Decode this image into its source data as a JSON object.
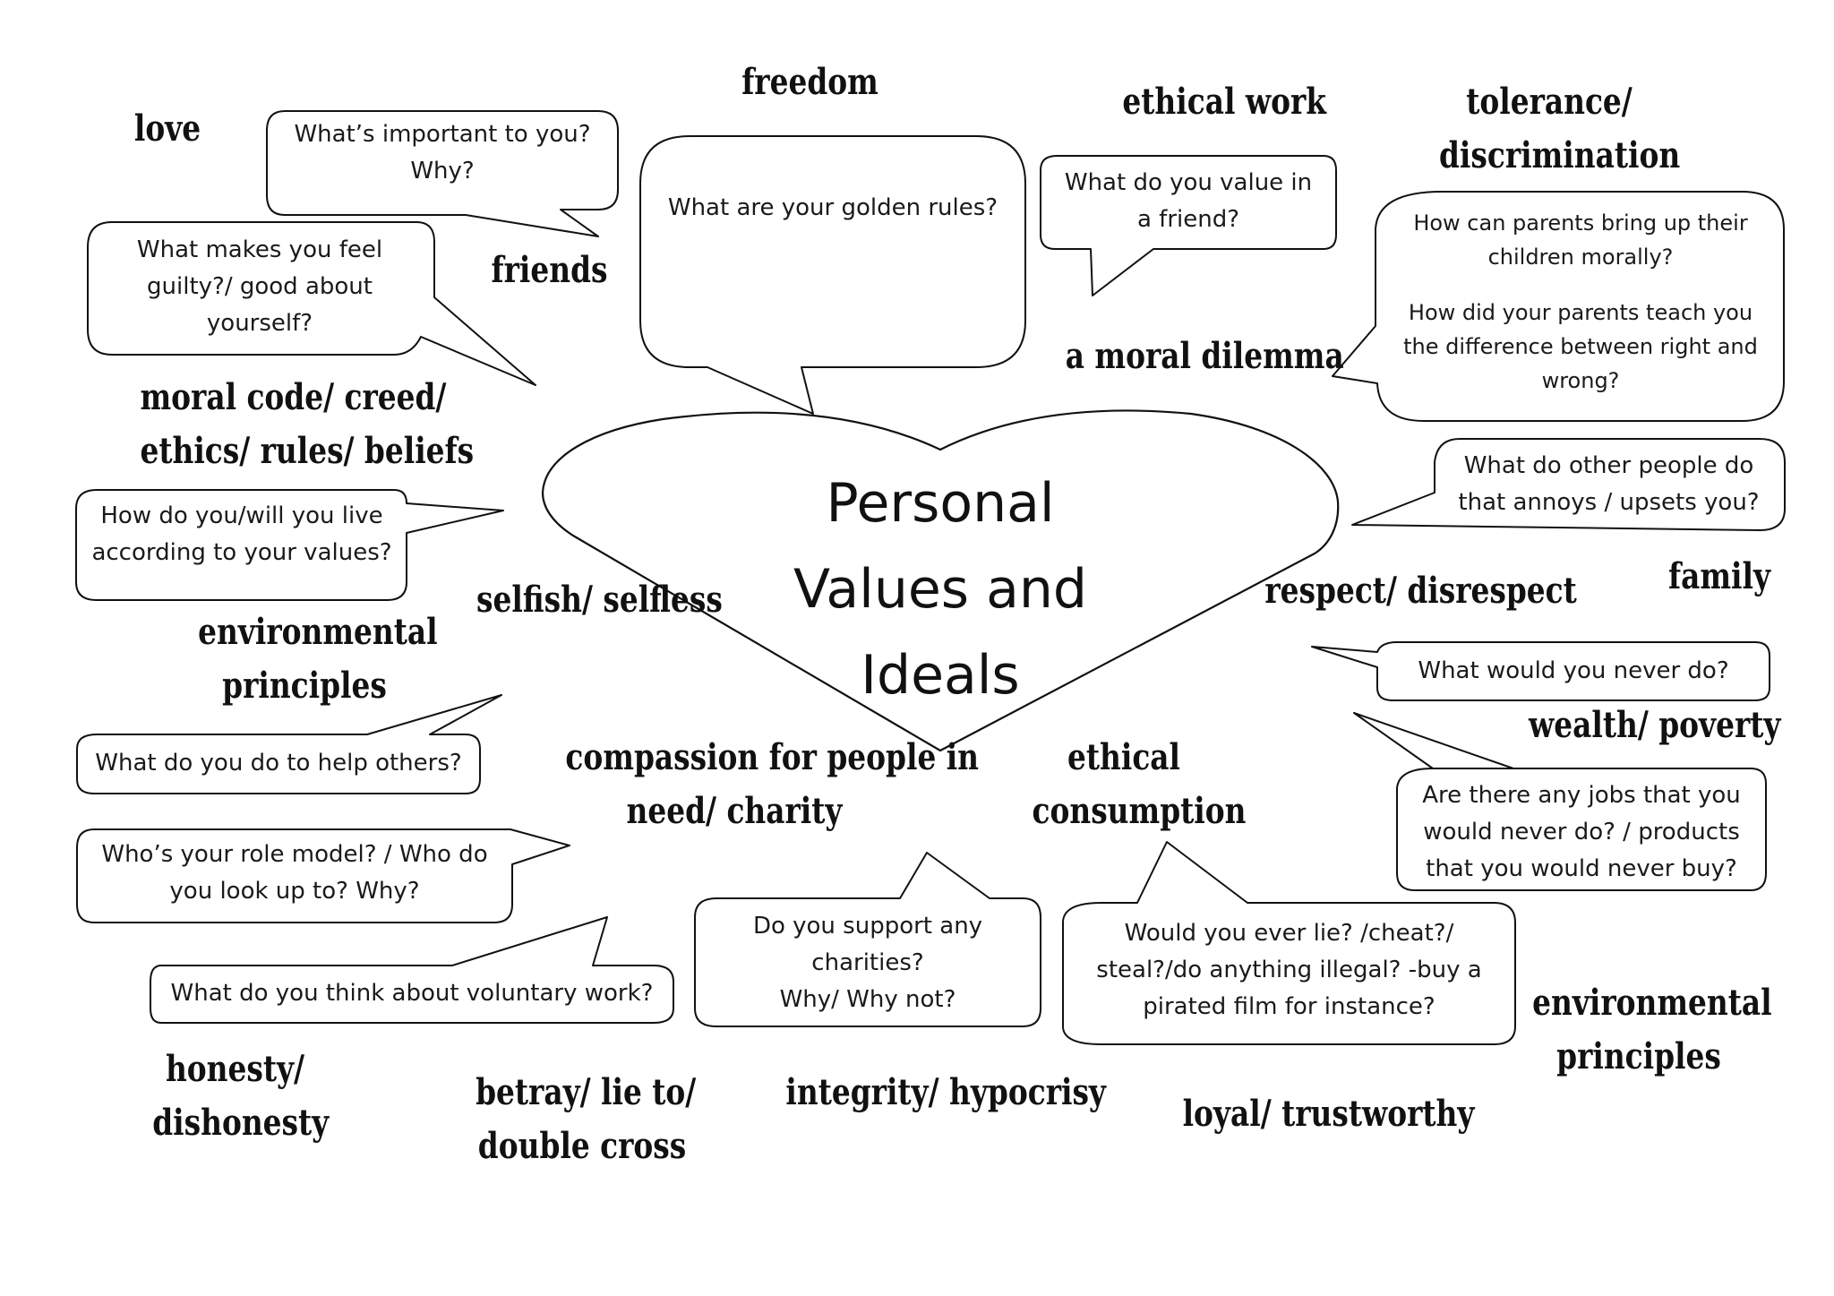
{
  "center_title": [
    "Personal",
    "Values and",
    "Ideals"
  ],
  "keywords": {
    "love": [
      "love"
    ],
    "freedom": [
      "freedom"
    ],
    "ethical_work": [
      "ethical work"
    ],
    "tolerance": [
      "tolerance/",
      "discrimination"
    ],
    "friends": [
      "friends"
    ],
    "moral_dilemma": [
      "a moral dilemma"
    ],
    "moral_code": [
      "moral code/ creed/",
      "ethics/ rules/ beliefs"
    ],
    "family": [
      "family"
    ],
    "selfish": [
      "selfish/ selfless"
    ],
    "respect": [
      "respect/ disrespect"
    ],
    "environmental_left": [
      "environmental",
      "principles"
    ],
    "wealth": [
      "wealth/ poverty"
    ],
    "compassion": [
      "compassion for people in",
      "need/ charity"
    ],
    "ethical_consumption": [
      "ethical",
      "consumption"
    ],
    "environmental_right": [
      "environmental",
      "principles"
    ],
    "honesty": [
      "honesty/",
      "dishonesty"
    ],
    "betray": [
      "betray/ lie to/",
      "double cross"
    ],
    "integrity": [
      "integrity/ hypocrisy"
    ],
    "loyal": [
      "loyal/ trustworthy"
    ]
  },
  "questions": {
    "important": [
      "What’s important to you?",
      "Why?"
    ],
    "golden_rules": [
      "What are your golden rules?"
    ],
    "friend_value": [
      "What do you value in",
      "a friend?"
    ],
    "guilty": [
      "What makes you feel",
      "guilty?/ good about",
      "yourself?"
    ],
    "parents": [
      "How can parents bring up their",
      "children morally?",
      "",
      "How did your parents teach you",
      "the difference between right and",
      "wrong?"
    ],
    "live_values": [
      "How do you/will you live",
      "according to your values?"
    ],
    "annoys": [
      "What do other people do",
      "that annoys / upsets you?"
    ],
    "never_do": [
      "What would you never do?"
    ],
    "help_others": [
      "What do you do to help others?"
    ],
    "jobs": [
      "Are there any jobs that you",
      "would never do? / products",
      "that you would never buy?"
    ],
    "role_model": [
      "Who’s your role model? / Who do",
      "you look up to?  Why?"
    ],
    "charities": [
      "Do you support any",
      "charities?",
      "Why/ Why not?"
    ],
    "lie_cheat": [
      "Would you ever lie? /cheat?/",
      "steal?/do anything illegal? -buy a",
      "pirated film for instance?"
    ],
    "voluntary": [
      "What do you think about voluntary work?"
    ]
  }
}
